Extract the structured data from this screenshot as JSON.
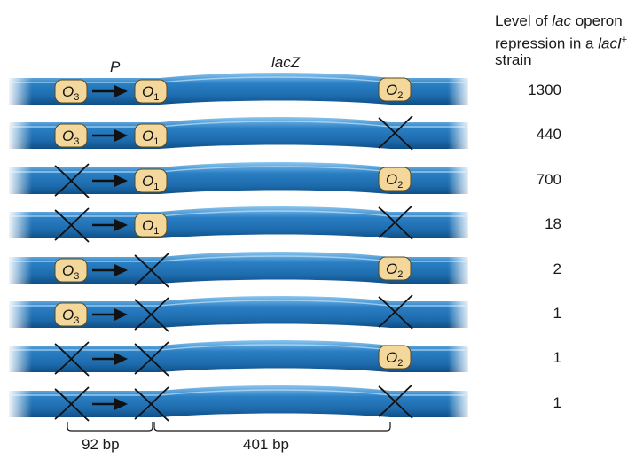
{
  "header": {
    "line1_a": "Level of ",
    "line1_italic": "lac",
    "line1_b": " operon",
    "line2_a": "repression in a ",
    "line2_italic": "lacI",
    "line2_sup": "+",
    "line3": "strain"
  },
  "labels": {
    "promoter": "P",
    "gene": "lacZ"
  },
  "operator_names": {
    "o3": "O",
    "o3_sub": "3",
    "o1": "O",
    "o1_sub": "1",
    "o2": "O",
    "o2_sub": "2"
  },
  "constructs": [
    {
      "o3": true,
      "o1": true,
      "o2": true,
      "level": "1300"
    },
    {
      "o3": true,
      "o1": true,
      "o2": false,
      "level": "440"
    },
    {
      "o3": false,
      "o1": true,
      "o2": true,
      "level": "700"
    },
    {
      "o3": false,
      "o1": true,
      "o2": false,
      "level": "18"
    },
    {
      "o3": true,
      "o1": false,
      "o2": true,
      "level": "2"
    },
    {
      "o3": true,
      "o1": false,
      "o2": false,
      "level": "1"
    },
    {
      "o3": false,
      "o1": false,
      "o2": true,
      "level": "1"
    },
    {
      "o3": false,
      "o1": false,
      "o2": false,
      "level": "1"
    }
  ],
  "scale": {
    "left_distance": "92 bp",
    "right_distance": "401 bp"
  },
  "colors": {
    "dna_blue": "#2a7fc4",
    "dna_dark": "#165a96",
    "operator_fill": "#f4d79a",
    "operator_edge": "#5a4a20"
  }
}
